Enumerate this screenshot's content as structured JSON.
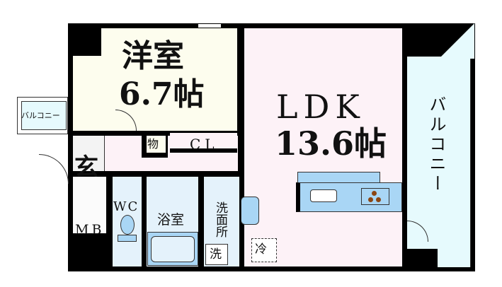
{
  "rooms": {
    "western": {
      "name": "洋室",
      "size": "6.7帖"
    },
    "ldk": {
      "name": "LDK",
      "size": "13.6帖"
    },
    "entrance": "玄",
    "storage": "物",
    "closet": "CL",
    "meter_box": "MB",
    "toilet": "WC",
    "bath": "浴室",
    "washroom": "洗面所",
    "washer": "洗",
    "fridge": "冷",
    "balcony_main": "バルコニー",
    "balcony_small": "バルコニー"
  },
  "colors": {
    "western": "#fdfdee",
    "ldk": "#fdf2f7",
    "water": "#e4f2fb",
    "balcony": "#e6fafd",
    "fixture": "#a9d6f5"
  }
}
